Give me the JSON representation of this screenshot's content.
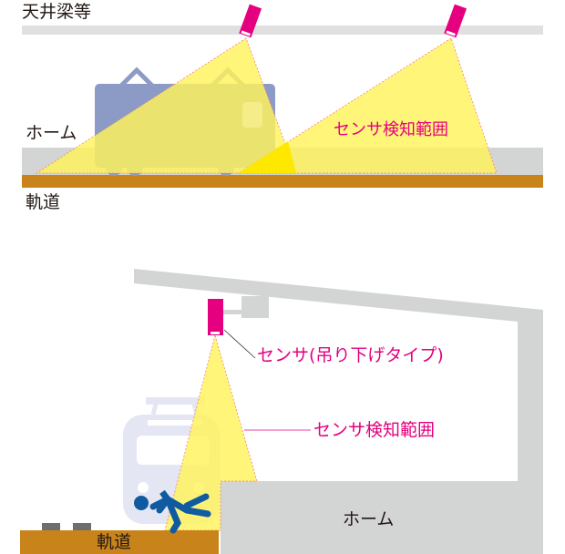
{
  "top_diagram": {
    "ceiling_label": "天井梁等",
    "platform_label": "ホーム",
    "track_label": "軌道",
    "detection_area_label": "センサ検知範囲"
  },
  "bottom_diagram": {
    "sensor_label": "センサ(吊り下げタイプ)",
    "detection_area_label": "センサ検知範囲",
    "platform_label": "ホーム",
    "track_label": "軌道"
  },
  "colors": {
    "sensor": "#e4007f",
    "detection": "#fff35a",
    "track": "#c8841a",
    "structure": "#d3d4d4",
    "train_top": "#8c9bc6",
    "person": "#0f5aa0"
  }
}
